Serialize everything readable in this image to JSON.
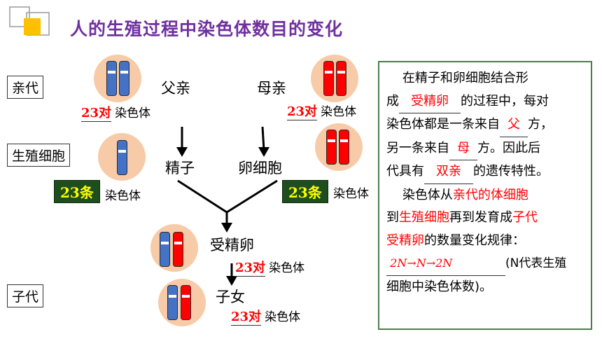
{
  "title": "人的生殖过程中染色体数目的变化",
  "labels": {
    "parents": "亲代",
    "germ_cells": "生殖细胞",
    "offspring": "子代"
  },
  "parents": {
    "father": "父亲",
    "mother": "母亲",
    "father_count": "23对",
    "mother_count": "23对",
    "unit": "染色体"
  },
  "germ": {
    "sperm": "精子",
    "egg": "卵细胞",
    "sperm_count": "23条",
    "egg_count": "23条",
    "unit": "染色体"
  },
  "zygote": {
    "label": "受精卵",
    "count": "23对",
    "unit": "染色体"
  },
  "child": {
    "label": "子女",
    "count": "23对",
    "unit": "染色体"
  },
  "text_box": {
    "p1_a": "在精子和卵细胞结合形",
    "p1_b": "成",
    "blank1": "受精卵",
    "p1_c": "的过程中，每对",
    "p1_d": "染色体都是一条来自",
    "blank2": "父",
    "p1_e": "方，",
    "p1_f": "另一条来自",
    "blank3": "母",
    "p1_g": "方。因此后",
    "p1_h": "代具有",
    "blank4": "双亲",
    "p1_i": "的遗传特性。",
    "p2_a": "染色体从",
    "p2_b": "亲代的体细胞",
    "p2_c": "到",
    "p2_d": "生殖细胞",
    "p2_e": "再到发育成",
    "p2_f": "子代",
    "p2_g": "受精卵",
    "p2_h": "的数量变化规律：",
    "formula_2n_a": "2N",
    "formula_n": "N",
    "formula_2n_b": "2N",
    "p2_i": "(N代表生殖",
    "p2_j": "细胞中染色体数)。"
  },
  "colors": {
    "title": "#7030a0",
    "blue_chromosome": "#4472c4",
    "red_chromosome": "#ff0000",
    "circle": "#f8cba8",
    "count_box": "#1e4d1e",
    "count_text": "#ffff00",
    "logo_yellow": "#ffc000"
  }
}
